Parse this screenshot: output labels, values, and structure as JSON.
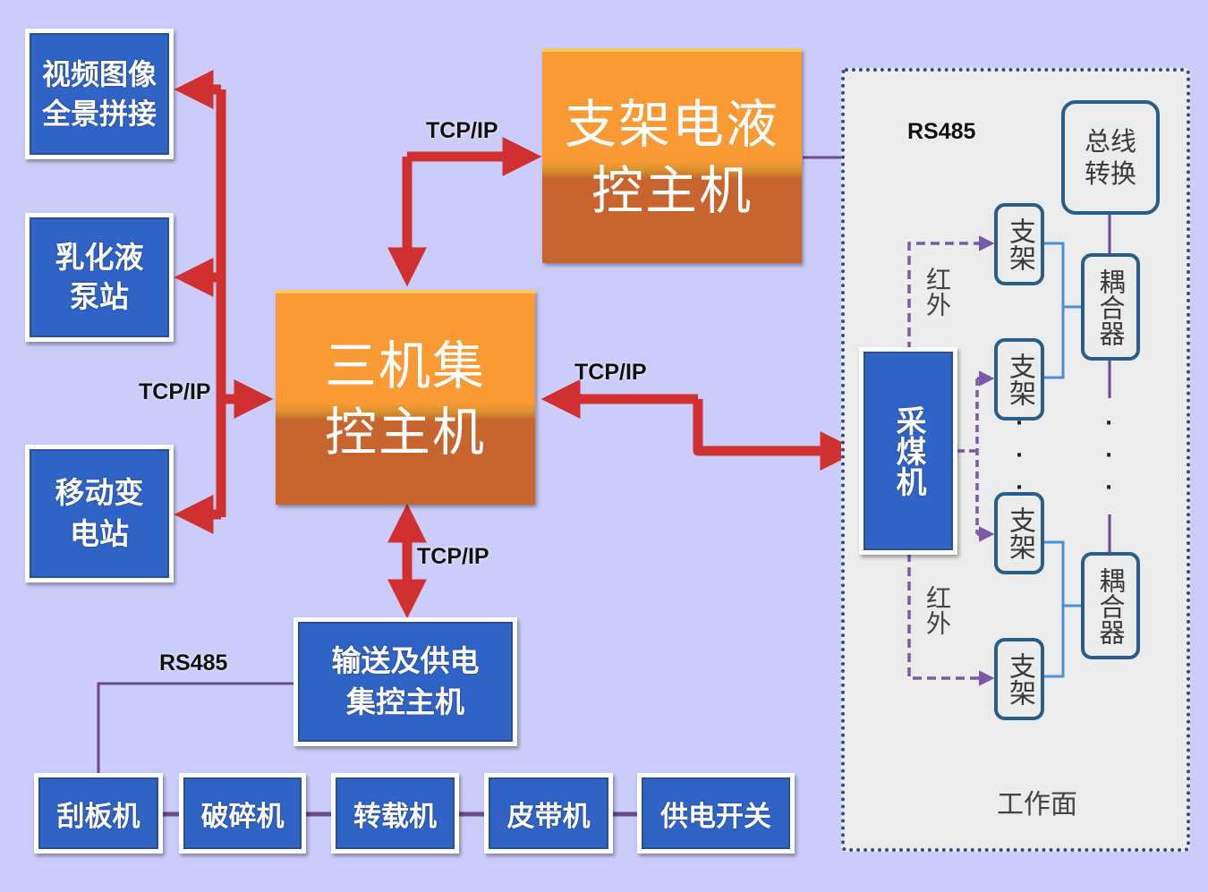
{
  "colors": {
    "background": "#ccccfa",
    "blue_box": "#3063c6",
    "orange_box": "#f99a34",
    "orange_box_dark": "#c8642e",
    "tcp_arrow": "#d03030",
    "rs485_line": "#6a4a8a",
    "workface_bg": "#ececec",
    "workface_border": "#2b4b8a",
    "coupler_link": "#4a8fd8"
  },
  "nodes": {
    "video": {
      "line1": "视频图像",
      "line2": "全景拼接"
    },
    "emulsion": {
      "line1": "乳化液",
      "line2": "泵站"
    },
    "substation": {
      "line1": "移动变",
      "line2": "电站"
    },
    "support_host": {
      "line1": "支架电液",
      "line2": "控主机"
    },
    "three_machine_host": {
      "line1": "三机集",
      "line2": "控主机"
    },
    "transport_host": {
      "line1": "输送及供电",
      "line2": "集控主机"
    },
    "bus_converter": {
      "line1": "总线",
      "line2": "转换"
    },
    "shearer": {
      "text": "采煤机"
    },
    "support": {
      "text": "支架"
    },
    "coupler": {
      "text": "耦合器"
    }
  },
  "conveyor_chain": [
    {
      "label": "刮板机"
    },
    {
      "label": "破碎机"
    },
    {
      "label": "转载机"
    },
    {
      "label": "皮带机"
    },
    {
      "label": "供电开关"
    }
  ],
  "links": {
    "tcp_left": "TCP/IP",
    "tcp_top": "TCP/IP",
    "tcp_right": "TCP/IP",
    "tcp_bottom": "TCP/IP",
    "rs485_top": "RS485",
    "rs485_bottom": "RS485",
    "infrared": "红外"
  },
  "workface": {
    "label": "工作面"
  },
  "ellipsis": "·"
}
